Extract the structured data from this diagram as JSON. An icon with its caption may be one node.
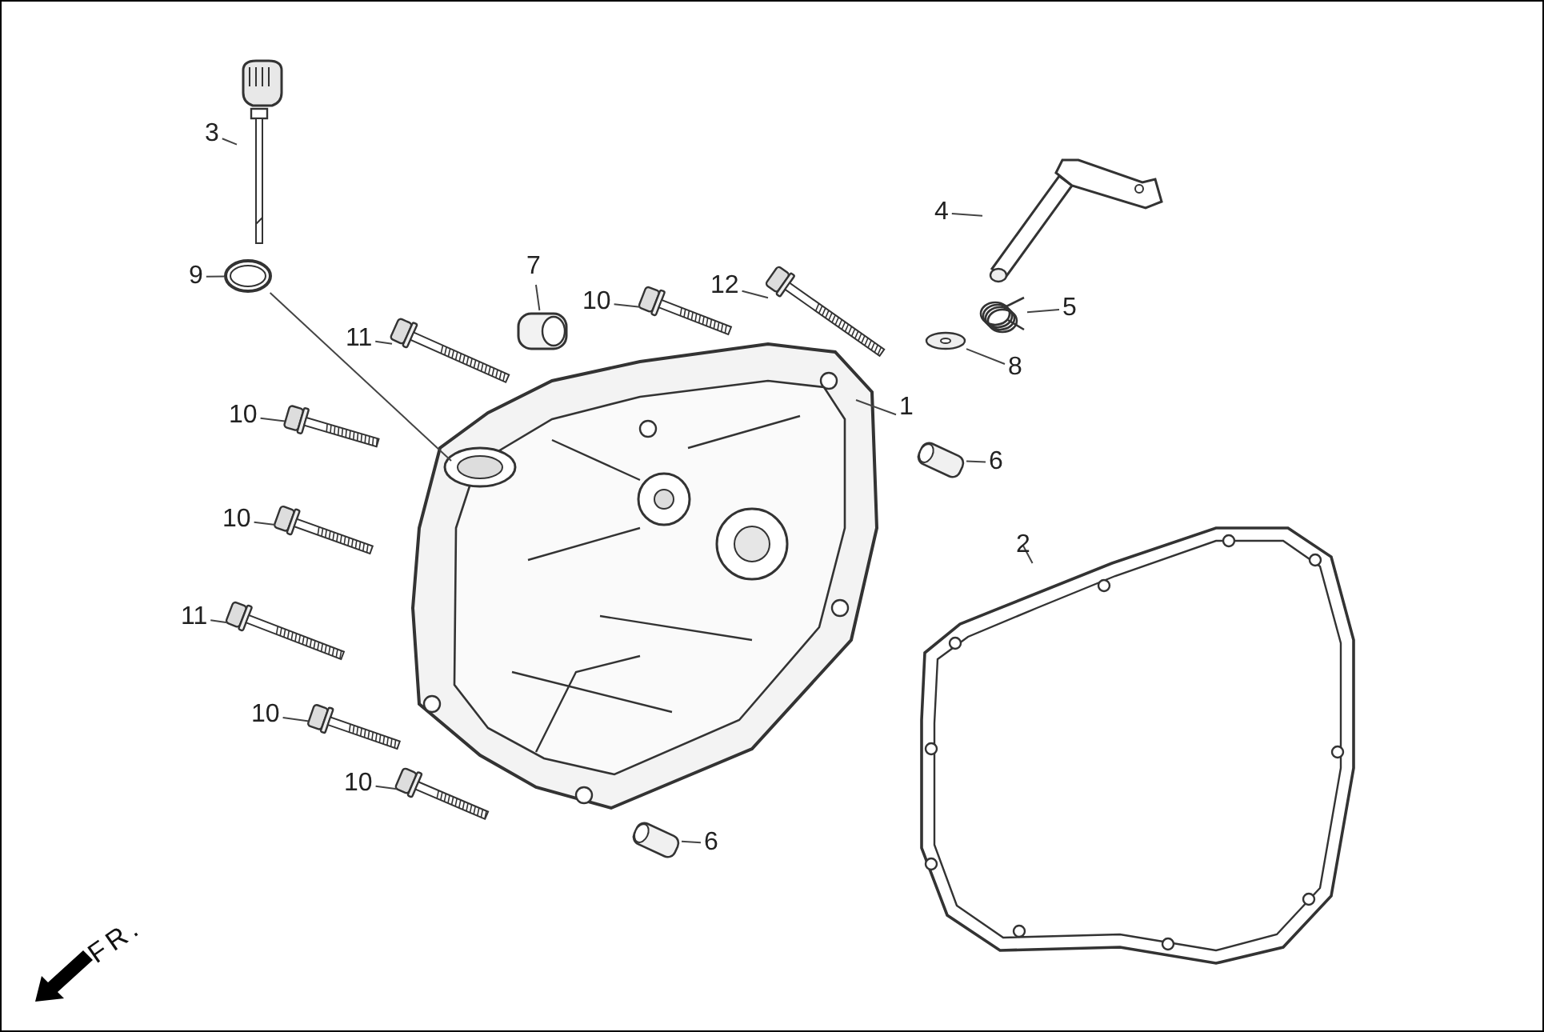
{
  "diagram": {
    "nodes": [
      {
        "text": [
          "3"
        ]
      },
      {
        "text": [
          "4"
        ]
      },
      {
        "text": [
          "7"
        ]
      },
      {
        "text": [
          "9"
        ]
      },
      {
        "text": [
          "10"
        ]
      },
      {
        "text": [
          "12"
        ]
      },
      {
        "text": [
          "5"
        ]
      },
      {
        "text": [
          "11"
        ]
      },
      {
        "text": [
          "8"
        ]
      },
      {
        "text": [
          "1"
        ]
      },
      {
        "text": [
          "10"
        ]
      },
      {
        "text": [
          "6"
        ]
      },
      {
        "text": [
          "2"
        ]
      },
      {
        "text": [
          "10"
        ]
      },
      {
        "text": [
          "11"
        ]
      },
      {
        "text": [
          "10"
        ]
      },
      {
        "text": [
          "10"
        ]
      },
      {
        "text": [
          "6"
        ]
      },
      {
        "text": [],
        "shape": "picture"
      },
      {
        "text": [],
        "shape": "picture"
      },
      {
        "text": [],
        "shape": "picture"
      },
      {
        "text": [],
        "shape": "picture"
      },
      {
        "text": [],
        "shape": "picture"
      },
      {
        "text": [],
        "shape": "picture"
      },
      {
        "text": [],
        "shape": "picture"
      },
      {
        "text": [],
        "shape": "picture"
      },
      {
        "text": [],
        "shape": "picture"
      },
      {
        "text": [],
        "shape": "picture"
      },
      {
        "text": [],
        "shape": "picture"
      },
      {
        "text": [],
        "shape": "picture"
      },
      {
        "text": [],
        "shape": "picture"
      },
      {
        "text": [],
        "shape": "picture"
      },
      {
        "text": [],
        "shape": "picture"
      },
      {
        "text": [],
        "shape": "picture"
      },
      {
        "text": [],
        "shape": "picture"
      },
      {
        "text": [],
        "shape": "picture"
      }
    ],
    "edges": [
      {
        "from": 0,
        "to": 18,
        "arrow": "none"
      },
      {
        "from": 1,
        "to": 19,
        "arrow": "none"
      },
      {
        "from": 2,
        "to": 20,
        "arrow": "none"
      },
      {
        "from": 3,
        "to": 21,
        "arrow": "none"
      },
      {
        "from": 4,
        "to": 22,
        "arrow": "none"
      },
      {
        "from": 5,
        "to": 23,
        "arrow": "none"
      },
      {
        "from": 6,
        "to": 24,
        "arrow": "none"
      },
      {
        "from": 7,
        "to": 25,
        "arrow": "none"
      },
      {
        "from": 8,
        "to": 26,
        "arrow": "none"
      },
      {
        "from": 9,
        "to": 27,
        "arrow": "none"
      },
      {
        "from": 10,
        "to": 28,
        "arrow": "none"
      },
      {
        "from": 11,
        "to": 29,
        "arrow": "none"
      },
      {
        "from": 12,
        "to": 30,
        "arrow": "none"
      },
      {
        "from": 13,
        "to": 31,
        "arrow": "none"
      },
      {
        "from": 14,
        "to": 32,
        "arrow": "none"
      },
      {
        "from": 15,
        "to": 33,
        "arrow": "none"
      },
      {
        "from": 16,
        "to": 34,
        "arrow": "none"
      },
      {
        "from": 17,
        "to": 35,
        "arrow": "none"
      },
      {
        "from": 21,
        "to": 27,
        "arrow": "none"
      }
    ],
    "labels": [
      "FR."
    ]
  }
}
